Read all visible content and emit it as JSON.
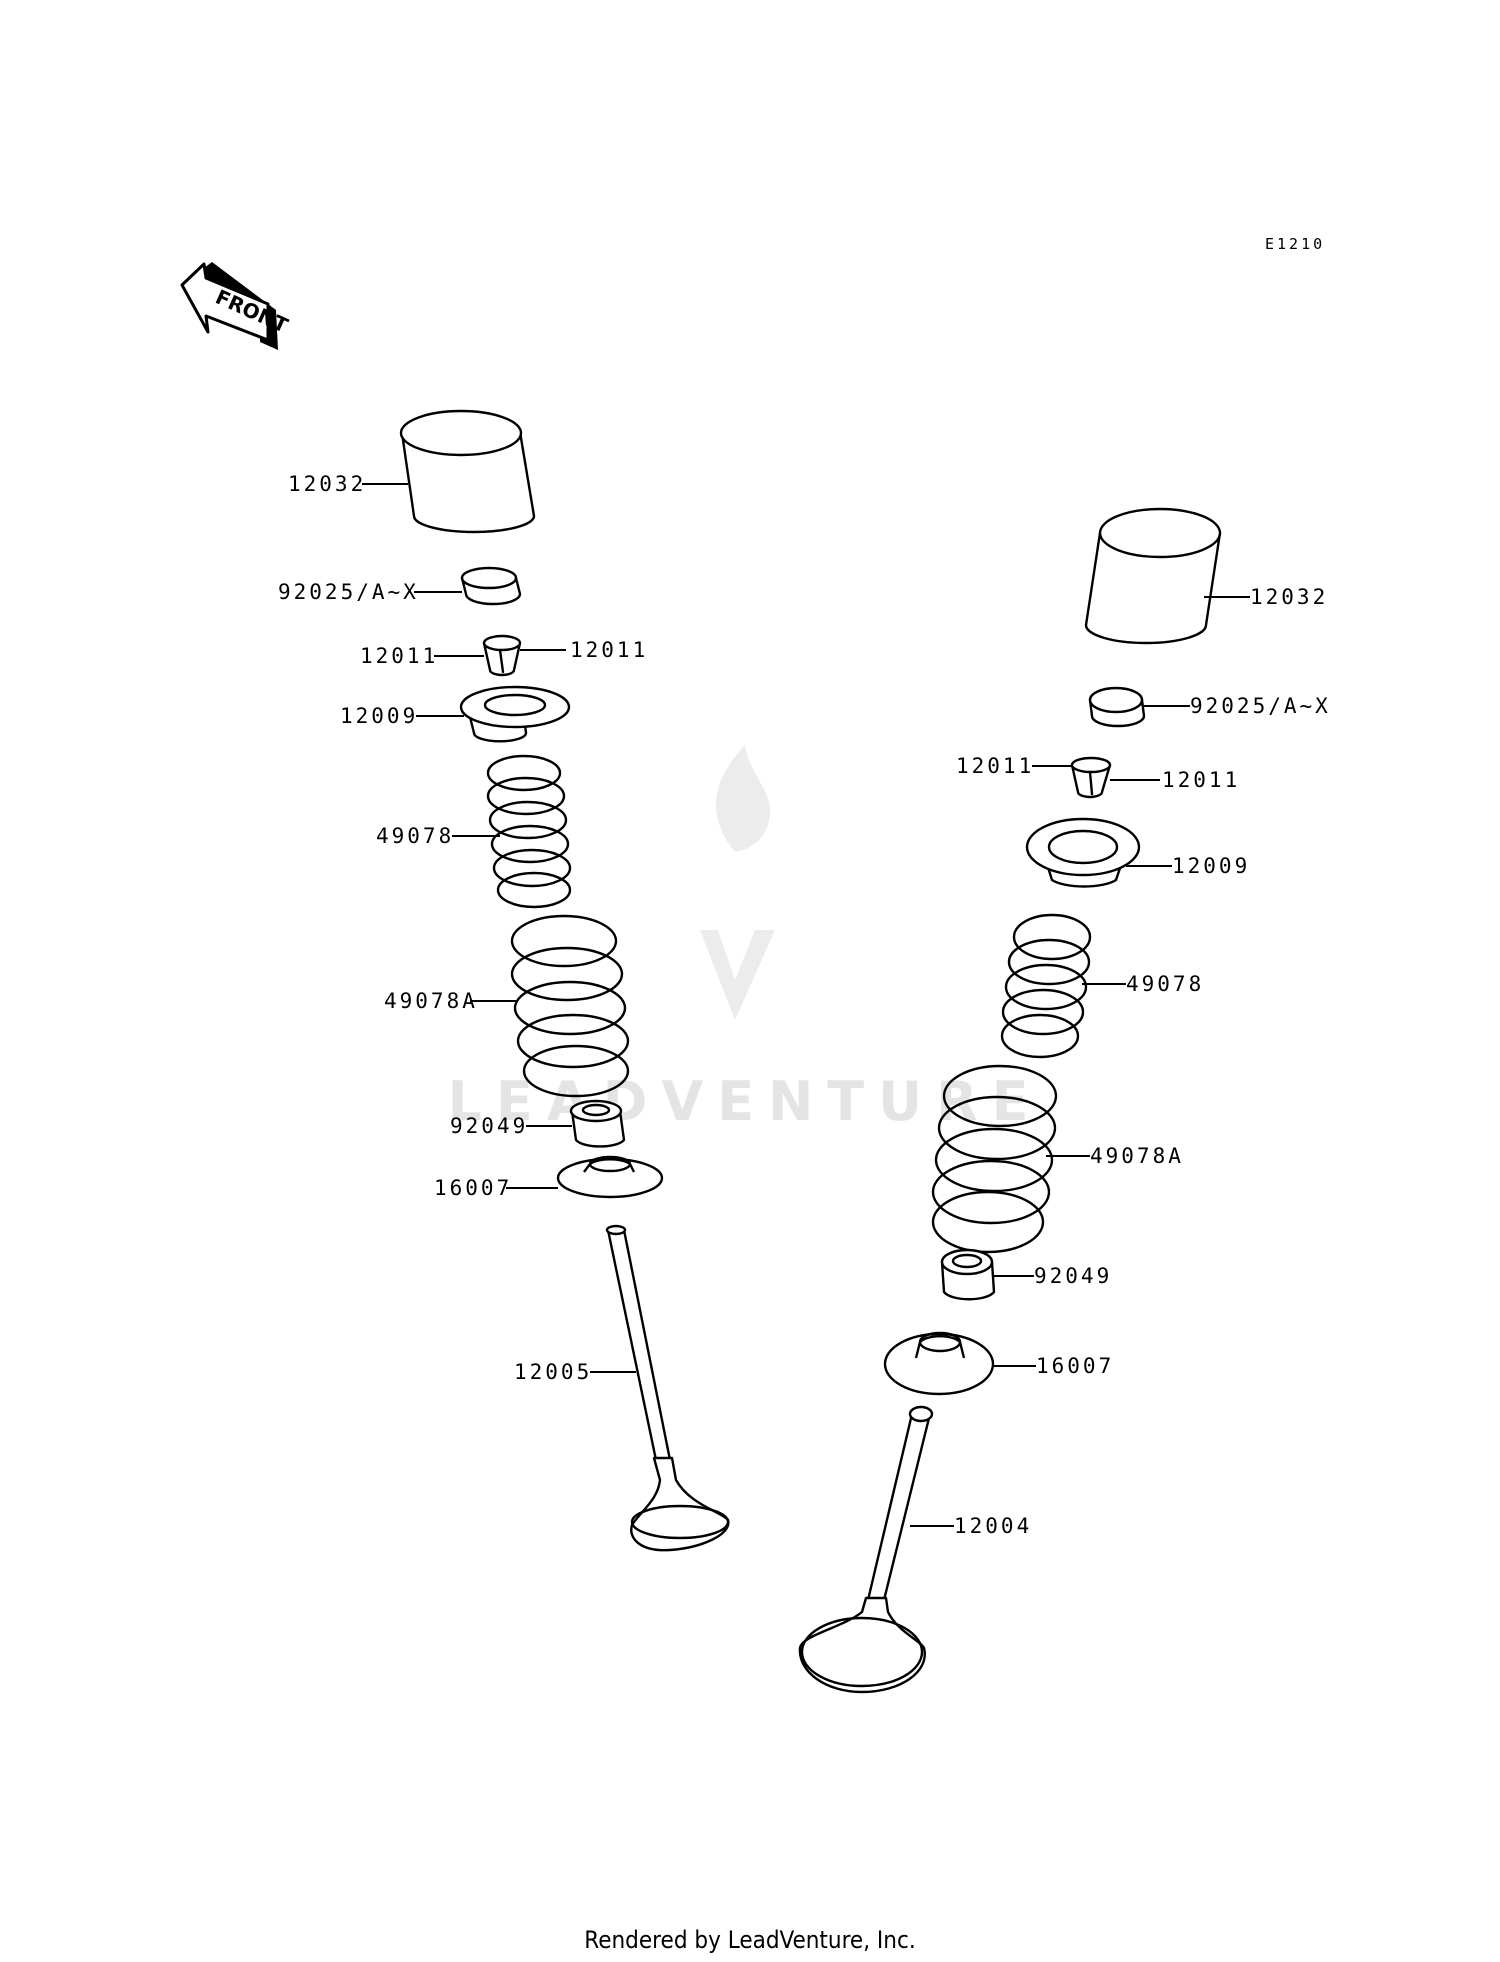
{
  "diagram_code": "E1210",
  "front_marker": "FRONT",
  "watermark_text": "LEADVENTURE",
  "footer": "Rendered by LeadVenture, Inc.",
  "colors": {
    "line": "#000000",
    "background": "#ffffff",
    "watermark": "#e4e4e4"
  },
  "left_stack": {
    "tappet": "12032",
    "shim": "92025/A~X",
    "keeper_left": "12011",
    "keeper_right": "12011",
    "retainer": "12009",
    "spring_inner": "49078",
    "spring_outer": "49078A",
    "seal": "92049",
    "seat": "16007",
    "valve": "12005"
  },
  "right_stack": {
    "tappet": "12032",
    "shim": "92025/A~X",
    "keeper_left": "12011",
    "keeper_right": "12011",
    "retainer": "12009",
    "spring_inner": "49078",
    "spring_outer": "49078A",
    "seal": "92049",
    "seat": "16007",
    "valve": "12004"
  }
}
